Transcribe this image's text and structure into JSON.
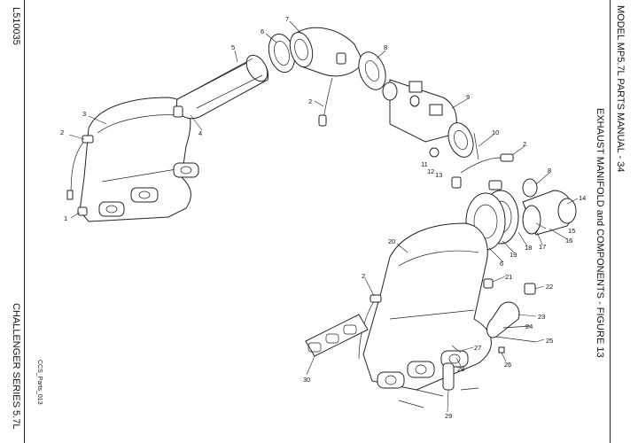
{
  "header": {
    "model_title": "MODEL MP5.7L PARTS MANUAL - 34",
    "figure_title": "EXHAUST MANIFOLD and COMPONENTS - FIGURE 13"
  },
  "left_margin": {
    "doc_number": "L510035",
    "series": "CHALLENGER SERIES 5.7L",
    "file_name": "CCS_Parts_013"
  },
  "callouts": [
    "1",
    "2",
    "3",
    "4",
    "5",
    "6",
    "7",
    "8",
    "9",
    "10",
    "11",
    "12",
    "13",
    "14",
    "15",
    "16",
    "17",
    "18",
    "19",
    "20",
    "21",
    "22",
    "23",
    "24",
    "25",
    "26",
    "27",
    "28",
    "29",
    "30",
    "2",
    "2",
    "2",
    "6",
    "8"
  ]
}
